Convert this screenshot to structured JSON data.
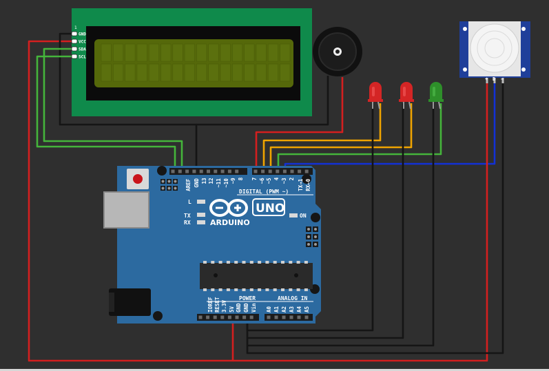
{
  "lcd": {
    "pin_index": "1",
    "pins": [
      "GND",
      "VCC",
      "SDA",
      "SCL"
    ]
  },
  "pir": {
    "pins": [
      "+",
      "D",
      "−"
    ]
  },
  "arduino": {
    "model": "UNO",
    "brand": "ARDUINO",
    "digital_header_label": "DIGITAL (PWM ~)",
    "digital_pins": [
      "AREF",
      "GND",
      "13",
      "12",
      "~11",
      "~10",
      "~9",
      "8",
      "7",
      "~6",
      "~5",
      "4",
      "~3",
      "2",
      "TX→1",
      "RX←0"
    ],
    "power_header_label": "POWER",
    "power_pins": [
      "IOREF",
      "RESET",
      "3.3V",
      "5V",
      "GND",
      "GND",
      "Vin"
    ],
    "analog_header_label": "ANALOG IN",
    "analog_pins": [
      "A0",
      "A1",
      "A2",
      "A3",
      "A4",
      "A5"
    ],
    "led_labels": {
      "l": "L",
      "tx": "TX",
      "rx": "RX",
      "on": "ON"
    }
  },
  "leds": [
    {
      "color": "red"
    },
    {
      "color": "red"
    },
    {
      "color": "green"
    }
  ],
  "colors": {
    "background": "#2f2f2f",
    "board": "#2c6aa0",
    "lcd_pcb": "#0f8a4b",
    "lcd_screen": "#55680a",
    "wire_red": "#d41f1f",
    "wire_black": "#151515",
    "wire_green": "#45b53b",
    "wire_orange": "#f0a400",
    "wire_blue": "#1231d6"
  }
}
